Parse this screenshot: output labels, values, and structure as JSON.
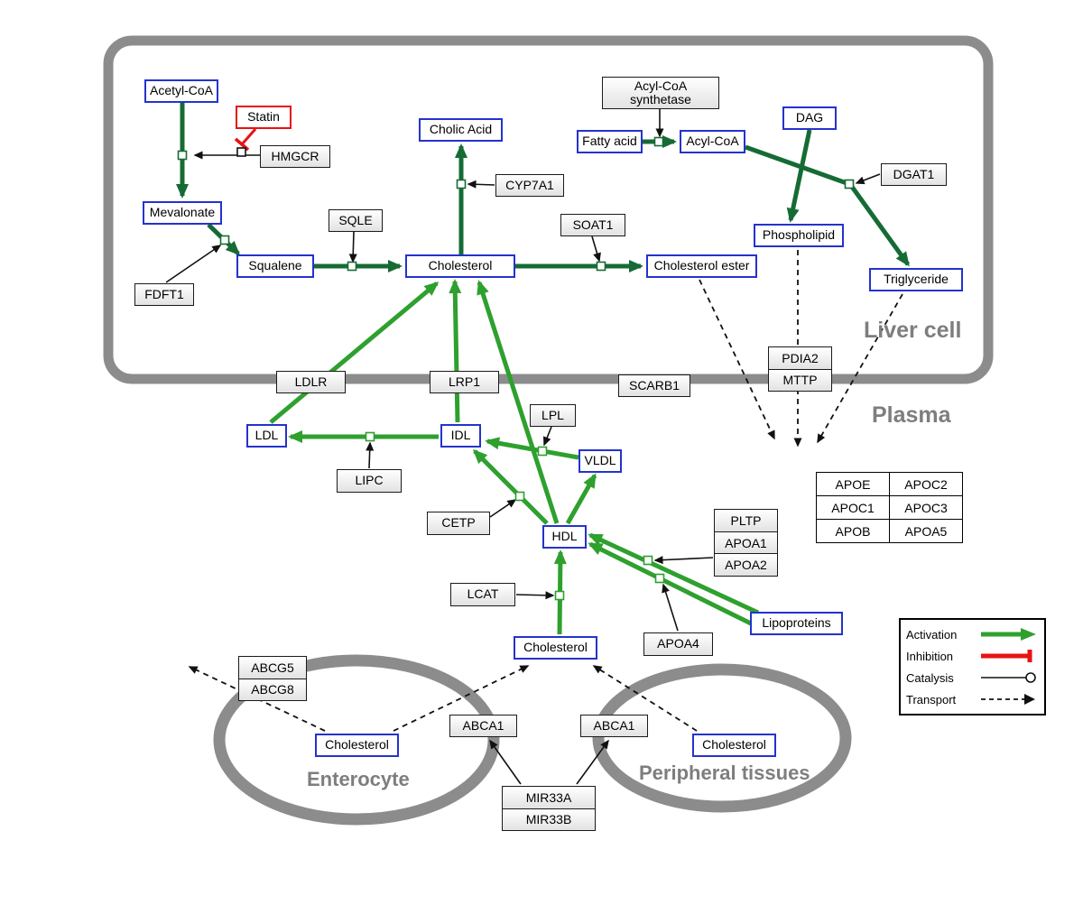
{
  "regions": {
    "liver": "Liver cell",
    "plasma": "Plasma",
    "enterocyte": "Enterocyte",
    "peripheral": "Peripheral tissues"
  },
  "nodes": {
    "acetyl_coa": "Acetyl-CoA",
    "statin": "Statin",
    "hmgcr": "HMGCR",
    "mevalonate": "Mevalonate",
    "fdft1": "FDFT1",
    "squalene": "Squalene",
    "sqle": "SQLE",
    "cholic_acid": "Cholic Acid",
    "cyp7a1": "CYP7A1",
    "cholesterol_liver": "Cholesterol",
    "soat1": "SOAT1",
    "cholesterol_ester": "Cholesterol ester",
    "acyl_coa_synthetase": {
      "line1": "Acyl-CoA",
      "line2": "synthetase"
    },
    "fatty_acid": "Fatty acid",
    "acyl_coa": "Acyl-CoA",
    "dag": "DAG",
    "dgat1": "DGAT1",
    "phospholipid": "Phospholipid",
    "triglyceride": "Triglyceride",
    "ldlr": "LDLR",
    "lrp1": "LRP1",
    "scarb1": "SCARB1",
    "pdia2": "PDIA2",
    "mttp": "MTTP",
    "ldl": "LDL",
    "idl": "IDL",
    "lipc": "LIPC",
    "lpl": "LPL",
    "vldl": "VLDL",
    "cetp": "CETP",
    "hdl": "HDL",
    "lcat": "LCAT",
    "pltp": "PLTP",
    "apoa1": "APOA1",
    "apoa2": "APOA2",
    "apoa4": "APOA4",
    "lipoproteins": "Lipoproteins",
    "apo_table": [
      [
        "APOE",
        "APOC2"
      ],
      [
        "APOC1",
        "APOC3"
      ],
      [
        "APOB",
        "APOA5"
      ]
    ],
    "cholesterol_plasma": "Cholesterol",
    "abcg5": "ABCG5",
    "abcg8": "ABCG8",
    "cholesterol_enterocyte": "Cholesterol",
    "abca1_enterocyte": "ABCA1",
    "abca1_peripheral": "ABCA1",
    "cholesterol_peripheral": "Cholesterol",
    "mir33a": "MIR33A",
    "mir33b": "MIR33B"
  },
  "legend": {
    "activation": "Activation",
    "inhibition": "Inhibition",
    "catalysis": "Catalysis",
    "transport": "Transport"
  },
  "colors": {
    "activation_green": "#2ea02e",
    "pathway_dark_green": "#166b35",
    "inhibition_red": "#e81212",
    "metabolite_border_blue": "#2433cc",
    "membrane_gray": "#8c8c8c"
  },
  "edges": [
    {
      "from": "Acetyl-CoA",
      "to": "Mevalonate",
      "type": "conversion",
      "catalyst": "HMGCR"
    },
    {
      "from": "Statin",
      "to": "HMGCR",
      "type": "inhibition"
    },
    {
      "from": "Mevalonate",
      "to": "Squalene",
      "type": "conversion",
      "catalyst": "FDFT1"
    },
    {
      "from": "Squalene",
      "to": "Cholesterol",
      "type": "conversion",
      "catalyst": "SQLE"
    },
    {
      "from": "Cholesterol",
      "to": "Cholic Acid",
      "type": "conversion",
      "catalyst": "CYP7A1"
    },
    {
      "from": "Cholesterol",
      "to": "Cholesterol ester",
      "type": "conversion",
      "catalyst": "SOAT1"
    },
    {
      "from": "Fatty acid",
      "to": "Acyl-CoA",
      "type": "conversion",
      "catalyst": "Acyl-CoA synthetase"
    },
    {
      "from": "Acyl-CoA",
      "to": "Triglyceride",
      "type": "conversion",
      "catalyst": "DGAT1"
    },
    {
      "from": "DAG",
      "to": "Triglyceride",
      "type": "conversion",
      "catalyst": "DGAT1"
    },
    {
      "from": "DAG",
      "to": "Phospholipid",
      "type": "conversion"
    },
    {
      "from": "Cholesterol ester",
      "to": "Plasma",
      "type": "transport"
    },
    {
      "from": "Phospholipid",
      "to": "Plasma",
      "type": "transport"
    },
    {
      "from": "Triglyceride",
      "to": "Plasma",
      "type": "transport"
    },
    {
      "from": "LDL",
      "to": "Cholesterol (liver)",
      "type": "activation",
      "via": "LDLR"
    },
    {
      "from": "IDL",
      "to": "Cholesterol (liver)",
      "type": "activation",
      "via": "LRP1"
    },
    {
      "from": "HDL",
      "to": "Cholesterol (liver)",
      "type": "activation"
    },
    {
      "from": "IDL",
      "to": "LDL",
      "type": "conversion",
      "catalyst": "LIPC"
    },
    {
      "from": "VLDL",
      "to": "IDL",
      "type": "conversion",
      "catalyst": "LPL"
    },
    {
      "from": "HDL",
      "to": "IDL",
      "type": "conversion",
      "catalyst": "CETP"
    },
    {
      "from": "HDL",
      "to": "VLDL",
      "type": "conversion"
    },
    {
      "from": "Cholesterol (plasma)",
      "to": "HDL",
      "type": "conversion",
      "catalyst": "LCAT"
    },
    {
      "from": "Lipoproteins",
      "to": "HDL",
      "type": "conversion",
      "catalyst": "PLTP/APOA1/APOA2"
    },
    {
      "from": "Lipoproteins",
      "to": "HDL",
      "type": "conversion",
      "catalyst": "APOA4"
    },
    {
      "from": "Cholesterol (enterocyte)",
      "to": "out of cell",
      "type": "transport",
      "via": "ABCG5/ABCG8"
    },
    {
      "from": "Cholesterol (enterocyte)",
      "to": "Cholesterol (plasma)",
      "type": "transport",
      "via": "ABCA1"
    },
    {
      "from": "Cholesterol (peripheral)",
      "to": "Cholesterol (plasma)",
      "type": "transport",
      "via": "ABCA1"
    },
    {
      "from": "MIR33A/MIR33B",
      "to": "ABCA1",
      "type": "regulation"
    }
  ]
}
